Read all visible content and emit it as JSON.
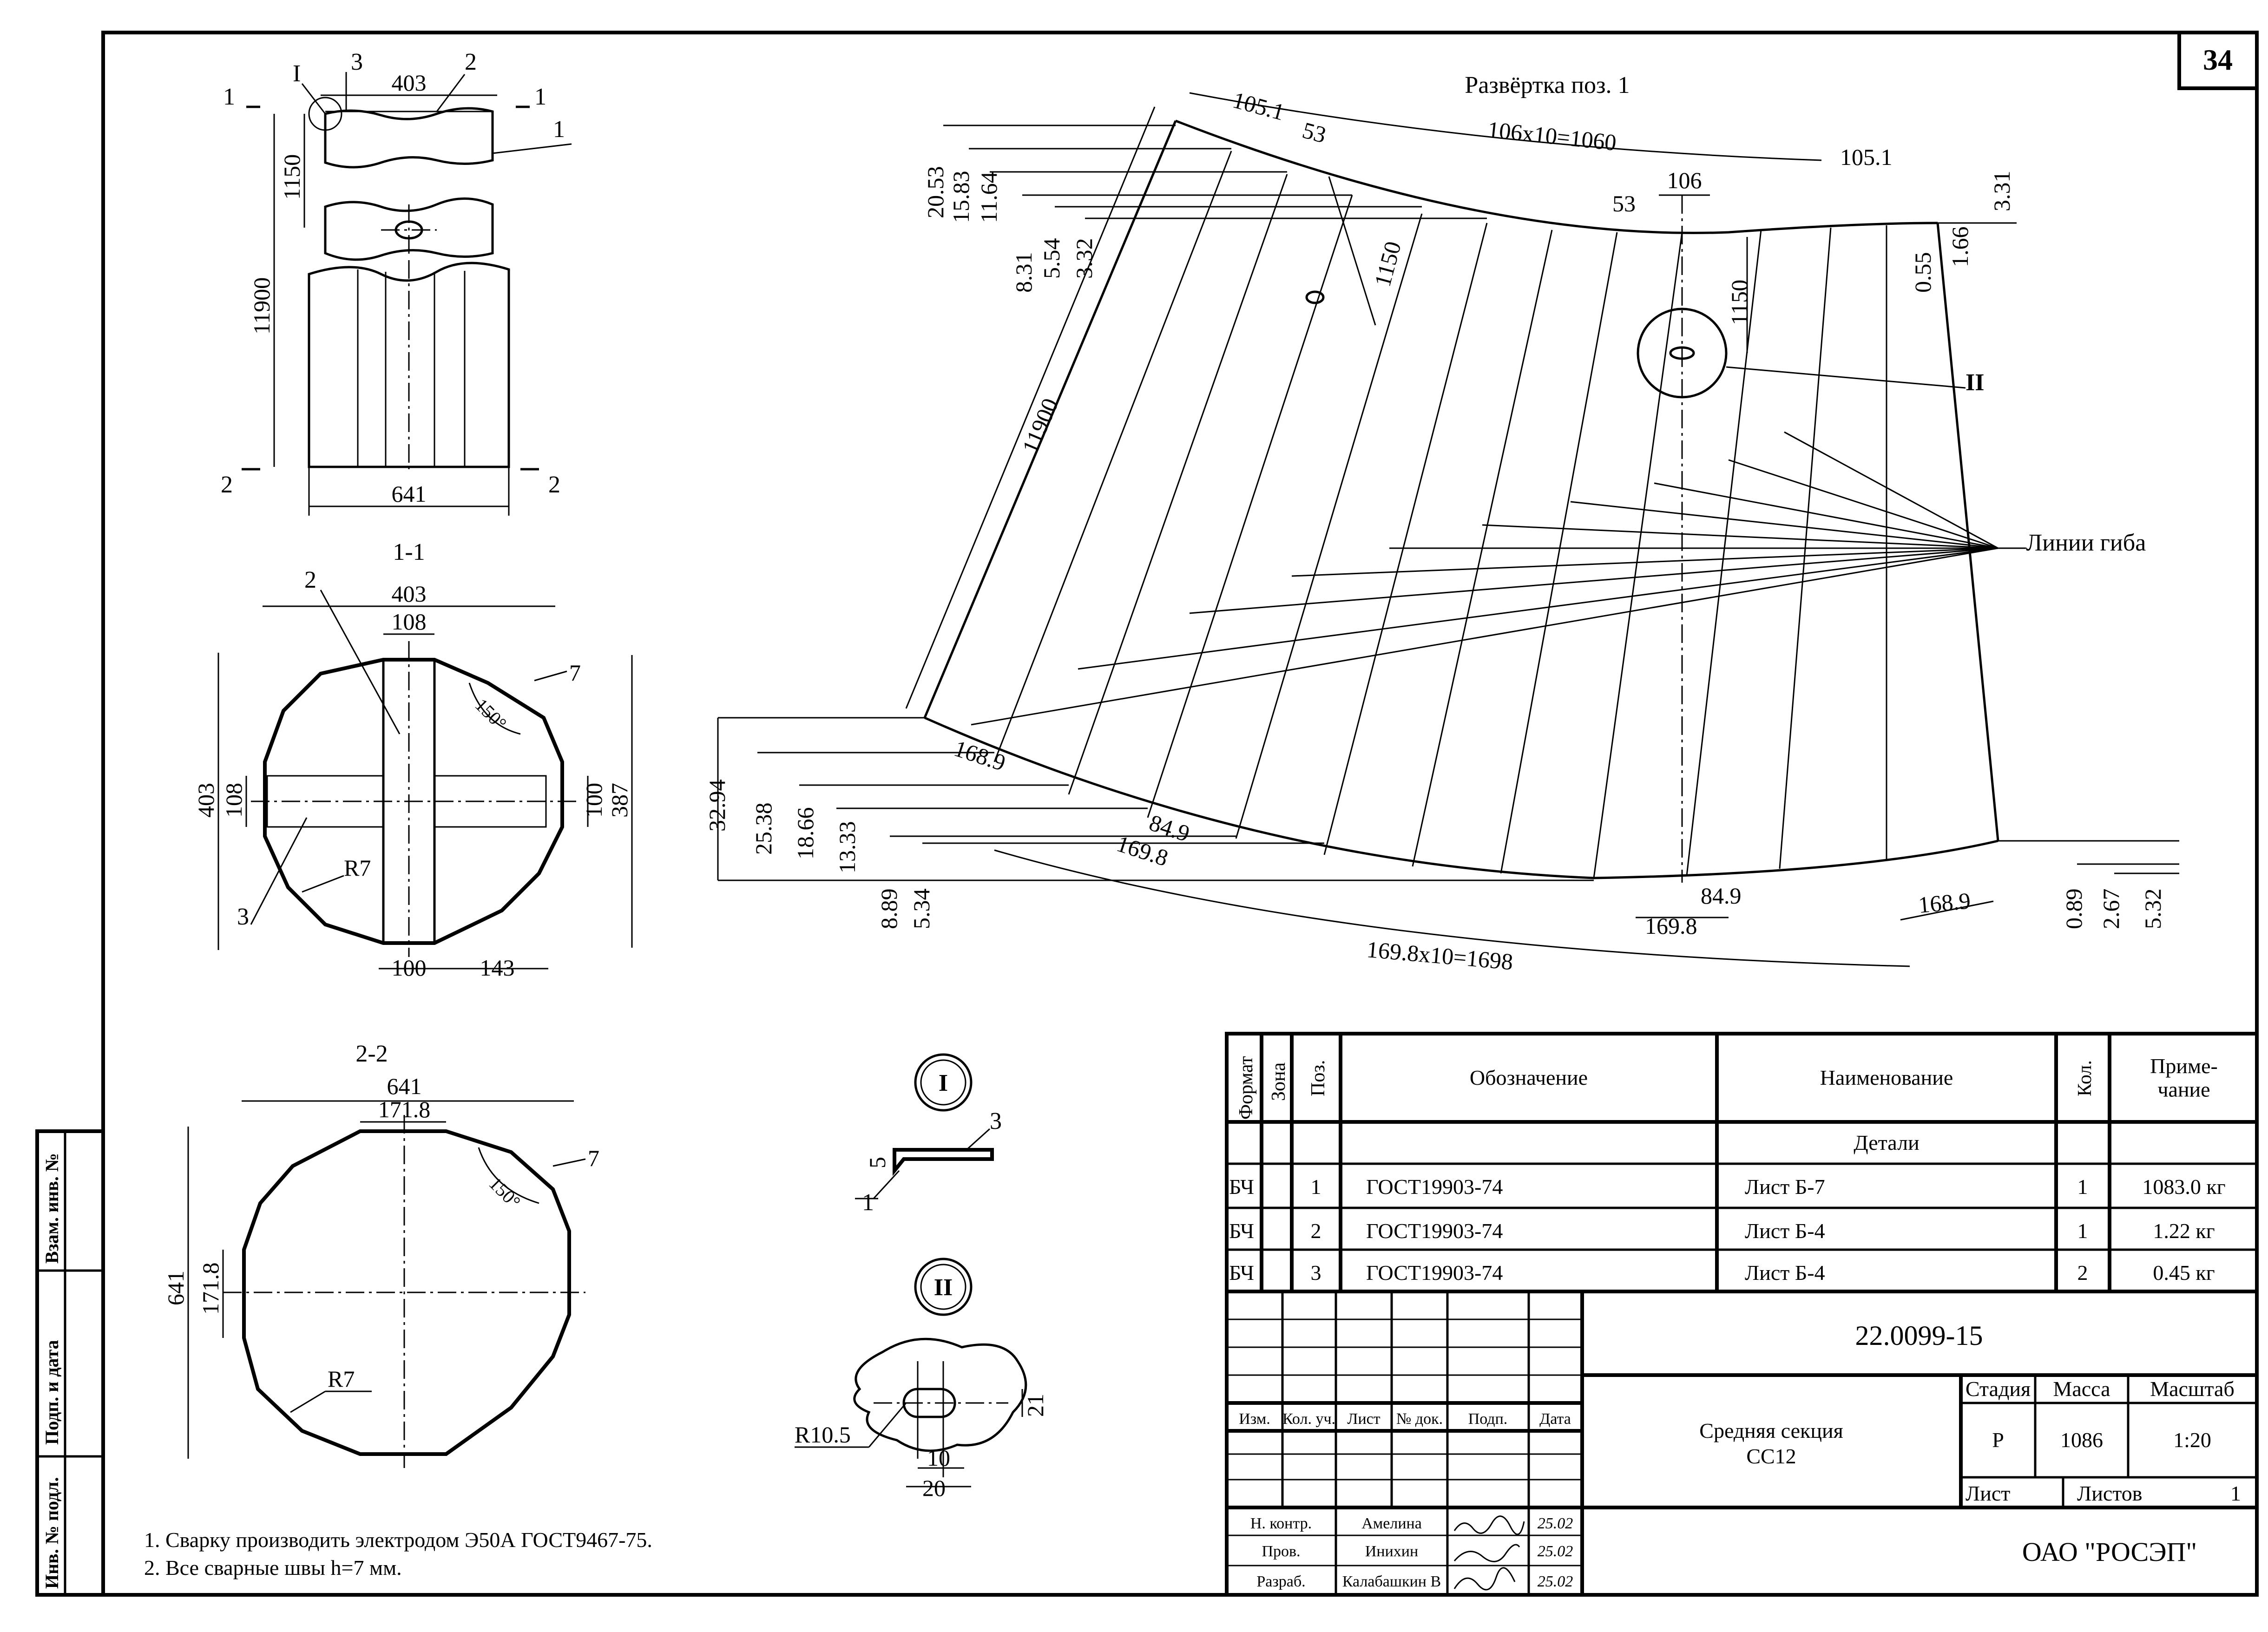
{
  "sheet_number": "34",
  "main_view": {
    "callouts": [
      "I",
      "3",
      "2",
      "1"
    ],
    "dims": {
      "top_width": "403",
      "segment": "1150",
      "height": "11900",
      "bottom_width": "641"
    },
    "section_marks": [
      "1",
      "1",
      "2",
      "2"
    ]
  },
  "section_1": {
    "title": "1-1",
    "dims": {
      "top": "403",
      "inner_top": "108",
      "left": "403",
      "left_inner": "108",
      "right_inner": "100",
      "right": "387",
      "bottom_inner": "100",
      "bottom": "143",
      "thickness": "7",
      "angle": "150°",
      "radius": "R7"
    },
    "callouts": [
      "2",
      "3"
    ]
  },
  "section_2": {
    "title": "2-2",
    "dims": {
      "top": "641",
      "inner_top": "171.8",
      "left": "641",
      "left_inner": "171.8",
      "thickness": "7",
      "angle": "150°",
      "radius": "R7"
    }
  },
  "development": {
    "title": "Развёртка поз. 1",
    "top_dims": {
      "d1": "105.1",
      "d2": "53",
      "arc": "106х10=1060",
      "d3": "105.1",
      "d4": "106",
      "d5": "53",
      "d6": "1150",
      "d7": "1150",
      "d8": "3.31",
      "d9": "0.55",
      "d10": "1.66"
    },
    "left_dims": [
      "20.53",
      "15.83",
      "11.64",
      "8.31",
      "5.54",
      "3.32"
    ],
    "length": "11900",
    "bottom_left_dims": [
      "32.94",
      "25.38",
      "18.66",
      "13.33",
      "8.89",
      "5.34"
    ],
    "bottom_dims": {
      "b1": "168.9",
      "b2": "84.9",
      "b3": "169.8",
      "arc": "169.8х10=1698",
      "b4": "84.9",
      "b5": "169.8",
      "b6": "168.9"
    },
    "right_bottom_dims": [
      "0.89",
      "2.67",
      "5.32"
    ],
    "detail_ref": "II",
    "bend_lines_label": "Линии гиба"
  },
  "detail_1": {
    "label": "I",
    "callouts": [
      "3",
      "1"
    ],
    "dim": "5"
  },
  "detail_2": {
    "label": "II",
    "radius": "R10.5",
    "dims": {
      "w": "21",
      "a": "10",
      "b": "20"
    }
  },
  "notes": [
    "1. Сварку производить электродом Э50А ГОСТ9467-75.",
    "2. Все сварные швы h=7 мм."
  ],
  "side_stamps": [
    "Взам. инв. №",
    "Подп. и дата",
    "Инв. № подл."
  ],
  "spec_table": {
    "headers": {
      "format": "Формат",
      "zone": "Зона",
      "pos": "Поз.",
      "designation": "Обозначение",
      "name": "Наименование",
      "qty": "Кол.",
      "note": "Приме-\nчание"
    },
    "group": "Детали",
    "rows": [
      {
        "format": "БЧ",
        "pos": "1",
        "designation": "ГОСТ19903-74",
        "name": "Лист Б-7",
        "qty": "1",
        "note": "1083.0 кг"
      },
      {
        "format": "БЧ",
        "pos": "2",
        "designation": "ГОСТ19903-74",
        "name": "Лист Б-4",
        "qty": "1",
        "note": "1.22 кг"
      },
      {
        "format": "БЧ",
        "pos": "3",
        "designation": "ГОСТ19903-74",
        "name": "Лист Б-4",
        "qty": "2",
        "note": "0.45 кг"
      }
    ]
  },
  "title_block": {
    "doc_number": "22.0099-15",
    "title_line1": "Средняя секция",
    "title_line2": "СС12",
    "stage_label": "Стадия",
    "mass_label": "Масса",
    "scale_label": "Масштаб",
    "stage": "Р",
    "mass": "1086",
    "scale": "1:20",
    "sheet_label": "Лист",
    "sheets_label": "Листов",
    "sheets": "1",
    "company": "ОАО \"РОСЭП\"",
    "rev_headers": [
      "Изм.",
      "Кол. уч.",
      "Лист",
      "№ док.",
      "Подп.",
      "Дата"
    ],
    "roles": [
      {
        "role": "Н. контр.",
        "name": "Амелина",
        "date": "25.02"
      },
      {
        "role": "Пров.",
        "name": "Инихин",
        "date": "25.02"
      },
      {
        "role": "Разраб.",
        "name": "Калабашкин В",
        "date": "25.02"
      }
    ]
  }
}
